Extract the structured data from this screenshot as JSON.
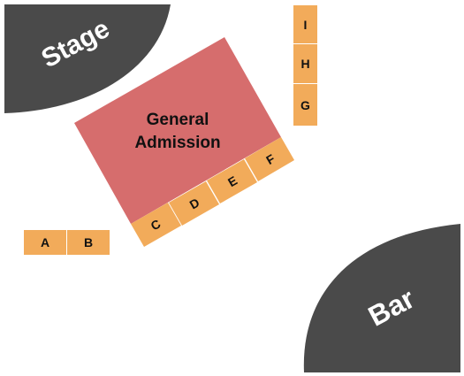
{
  "venue": {
    "stage_label": "Stage",
    "bar_label": "Bar"
  },
  "general_admission": {
    "line1": "General",
    "line2": "Admission"
  },
  "sections": {
    "a": "A",
    "b": "B",
    "c": "C",
    "d": "D",
    "e": "E",
    "f": "F",
    "g": "G",
    "h": "H",
    "i": "I"
  },
  "colors": {
    "stage": "#4a4a4a",
    "bar": "#4a4a4a",
    "general_admission": "#d66d6d",
    "section": "#f2ab5a",
    "background": "#ffffff"
  }
}
